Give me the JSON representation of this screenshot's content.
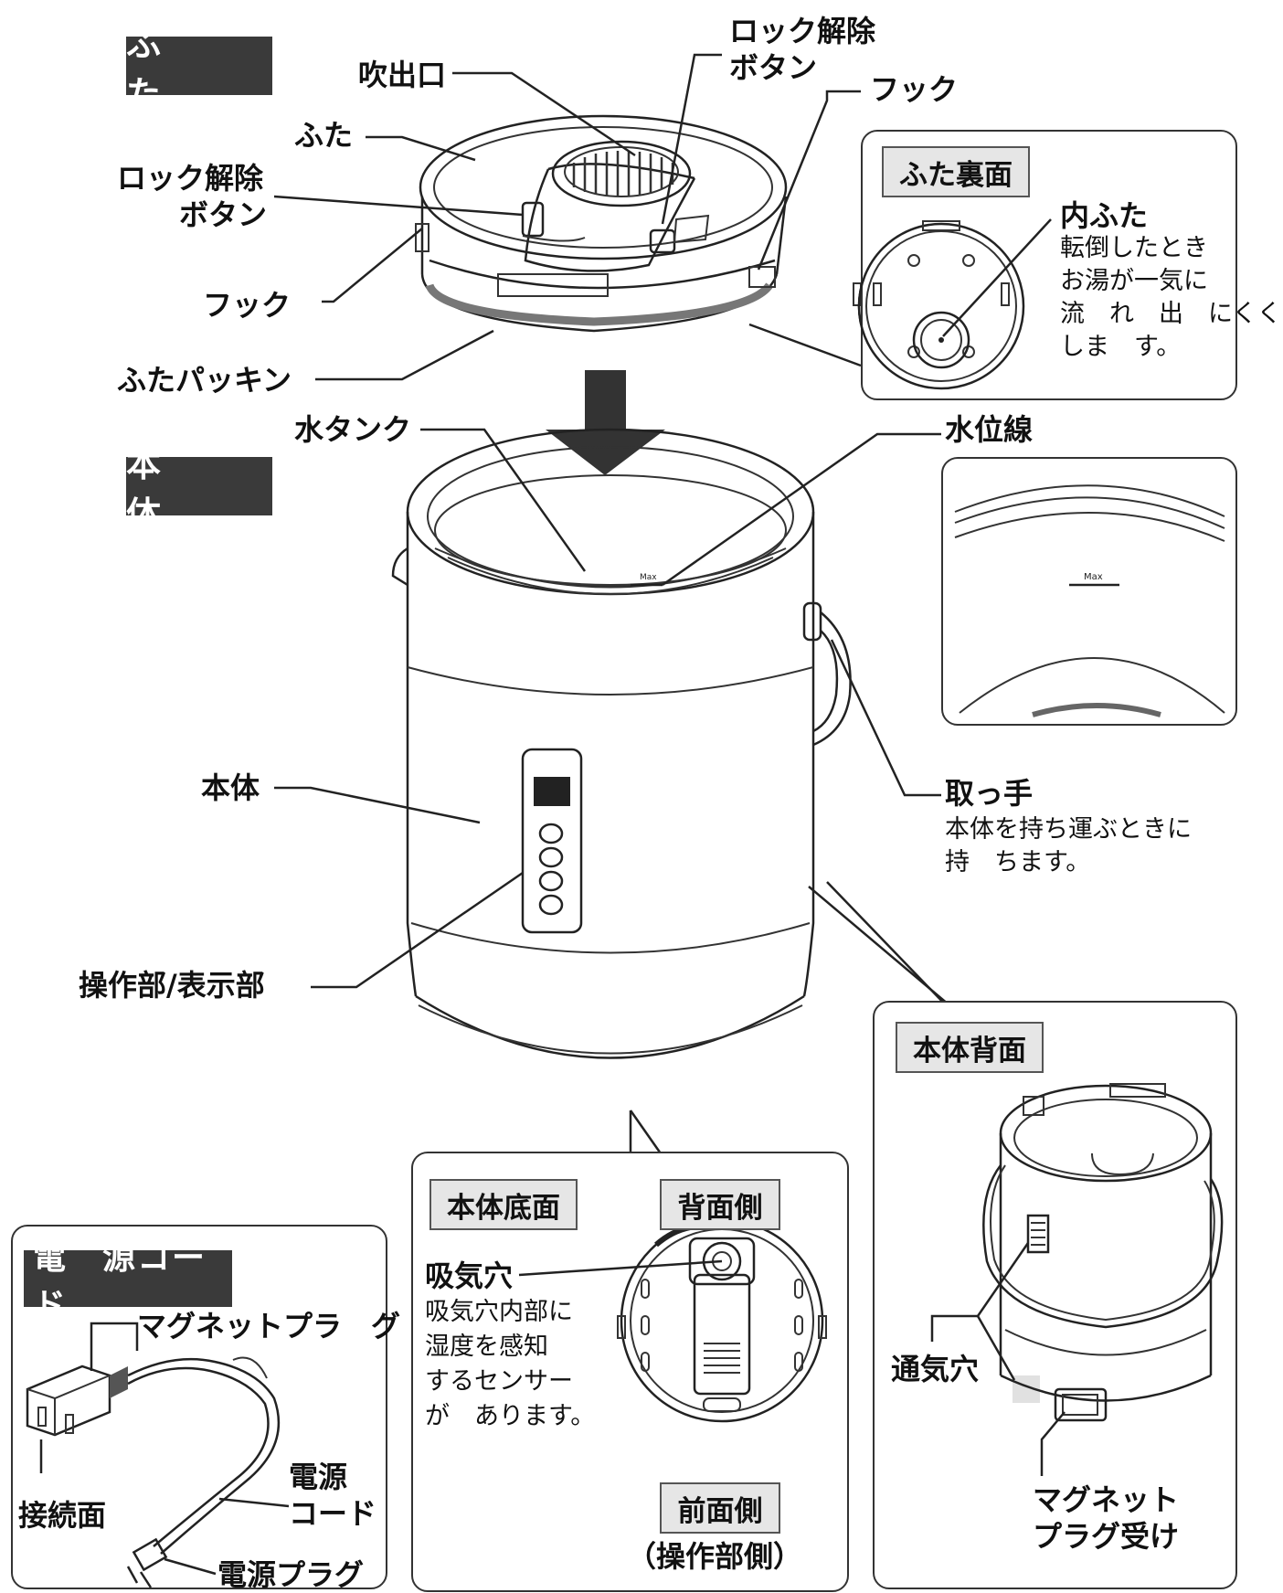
{
  "sections": {
    "lid": "ふ　た",
    "body": "本　体",
    "cord": "電　源コード"
  },
  "lid_labels": {
    "outlet": "吹出口",
    "lock_release_right_1": "ロック解除",
    "lock_release_right_2": "ボタン",
    "hook_right": "フック",
    "lid": "ふた",
    "lock_release_left_1": "ロック解除",
    "lock_release_left_2": "ボタン",
    "hook_left": "フック",
    "packing": "ふたパッキン"
  },
  "lid_back": {
    "title": "ふた裏面",
    "inner_lid": "内ふた",
    "desc": [
      "転倒したとき",
      "お湯が一気に",
      "流　れ　出　にくく",
      "しま　す。"
    ]
  },
  "body_labels": {
    "tank": "水タンク",
    "water_line": "水位線",
    "max_mark": "Max",
    "body": "本体",
    "controls": "操作部/表示部",
    "handle": "取っ手",
    "handle_desc": [
      "本体を持ち運ぶときに",
      "持　ちます。"
    ]
  },
  "back_panel": {
    "title": "本体背面",
    "vent": "通気穴",
    "socket_1": "マグネット",
    "socket_2": "プラグ受け"
  },
  "bottom_panel": {
    "title": "本体底面",
    "rear": "背面側",
    "front": "前面側",
    "front_sub": "（操作部側）",
    "intake": "吸気穴",
    "intake_desc": [
      "吸気穴内部に",
      "湿度を感知",
      "するセンサー",
      "が　あります。"
    ]
  },
  "cord_panel": {
    "magnet_plug": "マグネットプラ　グ",
    "connect_face": "接続面",
    "cord_1": "電源",
    "cord_2": "コード",
    "power_plug": "電源プラグ"
  }
}
